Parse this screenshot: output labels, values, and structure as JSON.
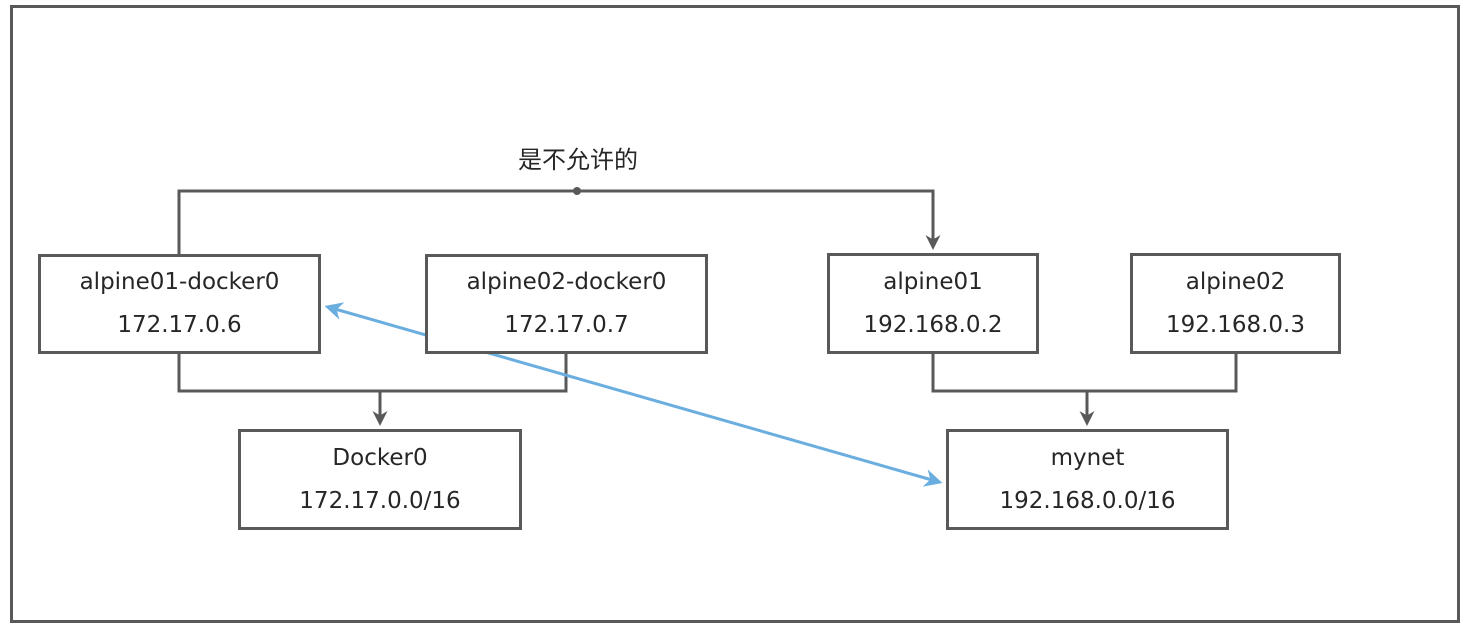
{
  "diagram": {
    "edge_label": "是不允许的",
    "nodes": [
      {
        "id": "a1d",
        "name": "alpine01-docker0",
        "ip": "172.17.0.6"
      },
      {
        "id": "a2d",
        "name": "alpine02-docker0",
        "ip": "172.17.0.7"
      },
      {
        "id": "d0",
        "name": "Docker0",
        "ip": "172.17.0.0/16"
      },
      {
        "id": "a1",
        "name": "alpine01",
        "ip": "192.168.0.2"
      },
      {
        "id": "a2",
        "name": "alpine02",
        "ip": "192.168.0.3"
      },
      {
        "id": "mynet",
        "name": "mynet",
        "ip": "192.168.0.0/16"
      }
    ],
    "colors": {
      "stroke": "#595959",
      "text": "#262626",
      "highlight": "#6aaee0"
    }
  }
}
